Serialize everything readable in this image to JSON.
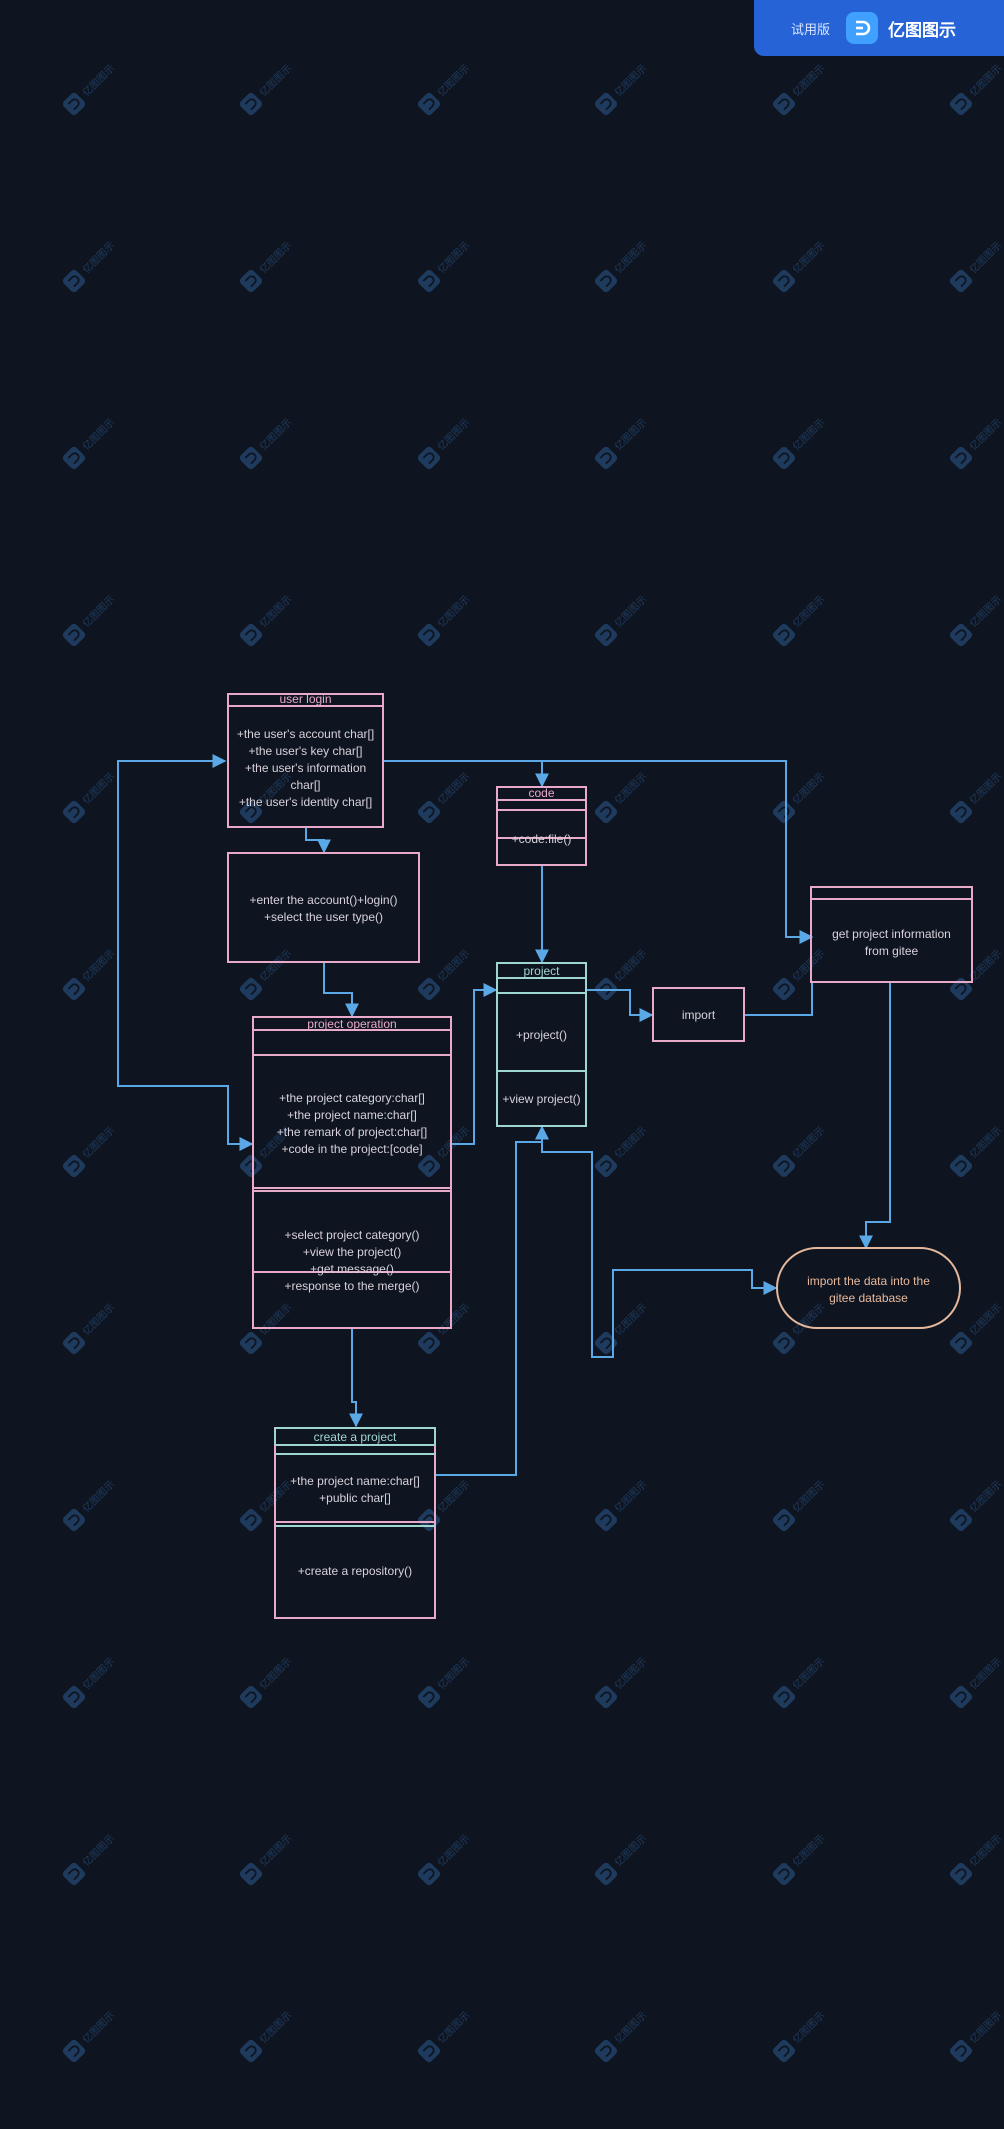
{
  "badge": {
    "trial_label": "试用版",
    "brand": "亿图图示"
  },
  "watermark": {
    "text": "亿图图示"
  },
  "colors": {
    "background": "#0f1520",
    "pink": "#e9a9c9",
    "teal": "#9fd6cf",
    "blue_line": "#5aa9e6",
    "peach": "#e6b89c",
    "text": "#d9d2dc"
  },
  "nodes": {
    "user_login": {
      "title": "user login",
      "attributes": [
        "+the user's account char[]",
        "+the user's key char[]",
        "+the user's information",
        "char[]",
        "+the user's identity char[]"
      ]
    },
    "login_ops": {
      "lines": [
        "+enter the account()+login()",
        "+select the user type()"
      ]
    },
    "code": {
      "title": "code",
      "attributes": [
        "+code:file()"
      ]
    },
    "project": {
      "title": "project",
      "methods": [
        "+project()"
      ],
      "extra": [
        "+view project()"
      ]
    },
    "import": {
      "label": "import"
    },
    "get_info": {
      "lines": [
        "get project information",
        "from gitee"
      ]
    },
    "project_operation": {
      "title": "project operation",
      "attributes": [
        "+the project category:char[]",
        "+the project name:char[]",
        "+the remark of project:char[]",
        "+code in the project:[code]"
      ],
      "methods": [
        "+select project category()",
        "+view the project()",
        "+get message()",
        "+response to the merge()"
      ]
    },
    "import_db": {
      "lines": [
        "import the data into the",
        "gitee database"
      ]
    },
    "create_project": {
      "title": "create a project",
      "attributes": [
        "+the project name:char[]",
        "+public char[]"
      ],
      "methods": [
        "+create a repository()"
      ]
    }
  }
}
